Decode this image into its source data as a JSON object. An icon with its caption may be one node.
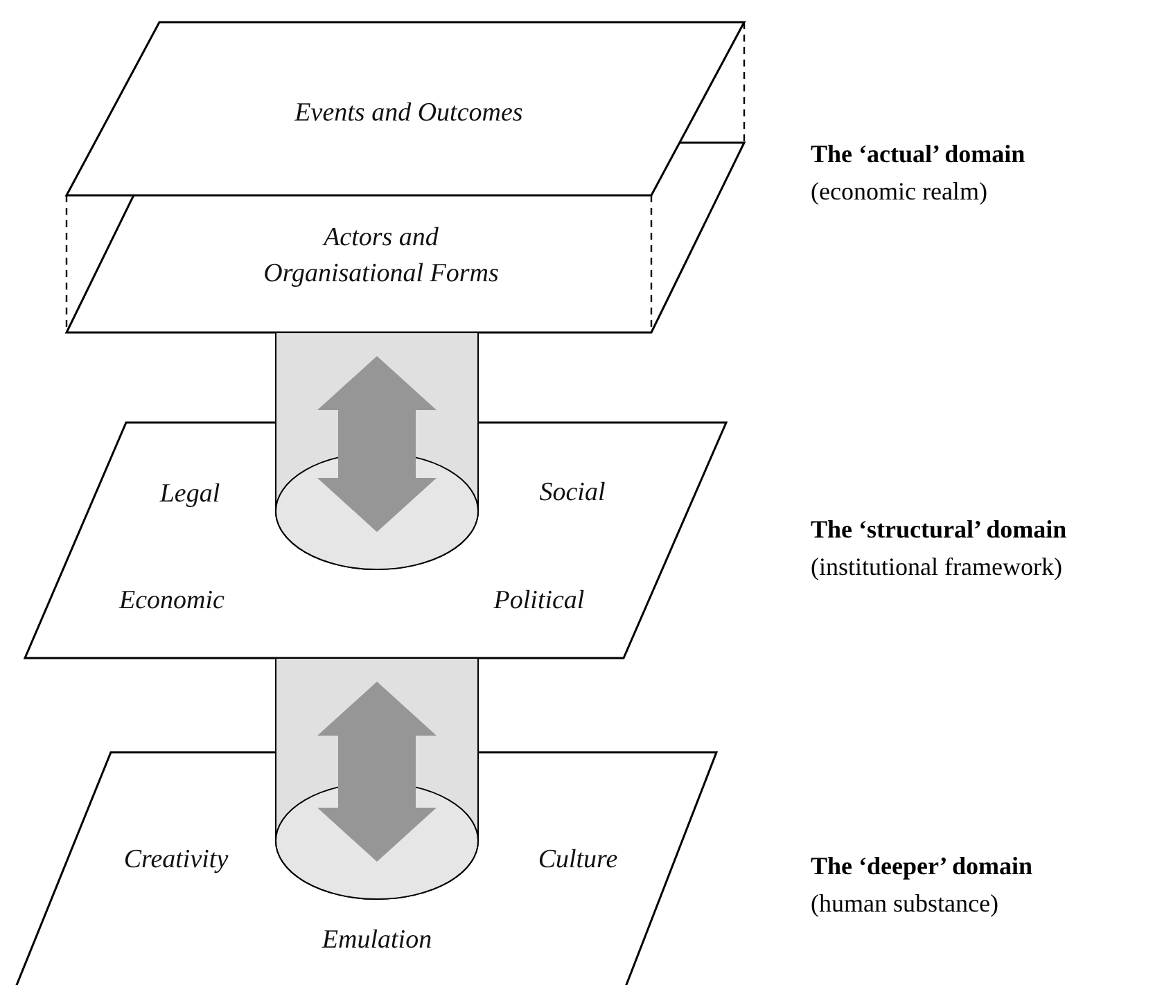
{
  "diagram": {
    "nodes": [
      {
        "text": [
          "Events and Outcomes"
        ],
        "beside": [
          "The ‘actual’ domain",
          "(economic realm)"
        ]
      },
      {
        "text": [
          "Actors and Organisational Forms"
        ]
      },
      {
        "text": [
          "Legal",
          "Social",
          "Economic",
          "Political"
        ],
        "beside": [
          "The ‘structural’ domain",
          "(institutional framework)"
        ]
      },
      {
        "text": [
          "Creativity",
          "Culture",
          "Emulation"
        ],
        "beside": [
          "The ‘deeper’ domain",
          "(human substance)"
        ]
      }
    ],
    "edges": [
      {
        "from": 1,
        "to": 2,
        "arrow": "both"
      },
      {
        "from": 2,
        "to": 3,
        "arrow": "both"
      }
    ]
  }
}
